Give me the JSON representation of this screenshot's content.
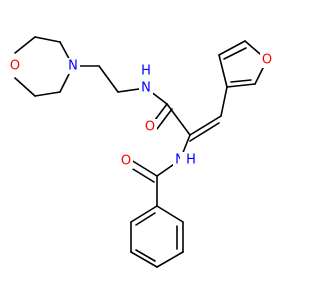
{
  "colors": {
    "bond": "#000000",
    "carbon": "#000000",
    "oxygen": "#ff0000",
    "nitrogen": "#0000ff",
    "background": "#ffffff"
  },
  "atoms": {
    "morpholine_oxygen": "O",
    "morpholine_nitrogen": "N",
    "amide_nitrogen_top": "N",
    "amide_hydrogen_top": "H",
    "carbonyl_oxygen_top": "O",
    "furan_oxygen": "O",
    "amide_nitrogen_bottom": "N",
    "amide_hydrogen_bottom": "H",
    "carbonyl_oxygen_bottom": "O"
  }
}
